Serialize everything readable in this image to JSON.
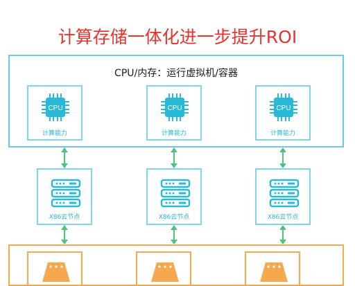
{
  "title": "计算存储一体化进一步提升ROI",
  "compute_layer": {
    "label": "CPU/内存：运行虚拟机/容器",
    "cards": [
      {
        "chip_text": "CPU",
        "label": "计算能力",
        "icon": "cpu-chip-icon"
      },
      {
        "chip_text": "CPU",
        "label": "计算能力",
        "icon": "cpu-chip-icon"
      },
      {
        "chip_text": "CPU",
        "label": "计算能力",
        "icon": "cpu-chip-icon"
      }
    ]
  },
  "node_layer": {
    "cards": [
      {
        "label": "X86云节点",
        "icon": "server-rack-icon"
      },
      {
        "label": "X86云节点",
        "icon": "server-rack-icon"
      },
      {
        "label": "X86云节点",
        "icon": "server-rack-icon"
      }
    ]
  },
  "storage_layer": {
    "cards": [
      {
        "icon": "storage-drive-icon"
      },
      {
        "icon": "storage-drive-icon"
      },
      {
        "icon": "storage-drive-icon"
      }
    ]
  },
  "colors": {
    "title": "#e8322e",
    "compute_border": "#6cc9e6",
    "card_accent": "#28b8d8",
    "arrow": "#4fc07f",
    "storage_accent": "#f5a84d"
  }
}
